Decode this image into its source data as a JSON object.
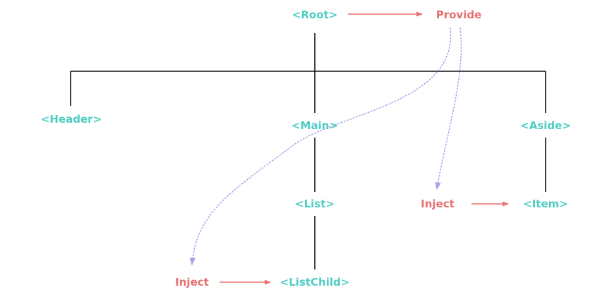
{
  "colors": {
    "component": "#4ecdc4",
    "provide_inject": "#e8706f",
    "tree_line": "#111111",
    "inject_path": "#a3a3e8"
  },
  "nodes": {
    "root": "<Root>",
    "provide": "Provide",
    "header": "<Header>",
    "main": "<Main>",
    "aside": "<Aside>",
    "list": "<List>",
    "inject_right": "Inject",
    "item": "<Item>",
    "inject_left": "Inject",
    "list_child": "<ListChild>"
  }
}
